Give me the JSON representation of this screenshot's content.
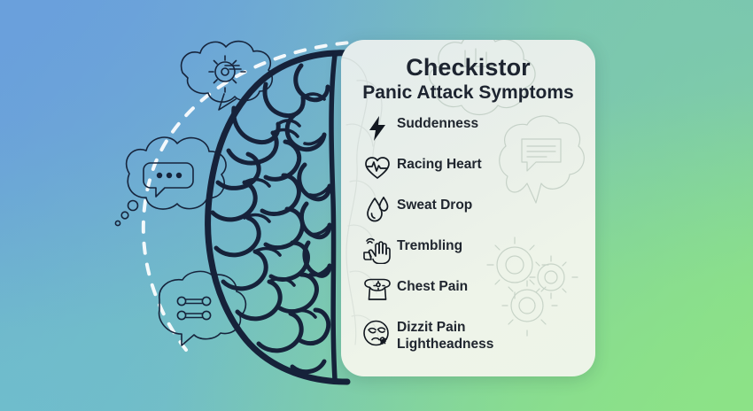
{
  "card": {
    "title": "Checkistor",
    "subtitle": "Panic Attack Symptoms",
    "items": [
      {
        "label": "Suddenness",
        "icon": "lightning-bolt-icon",
        "rule": true
      },
      {
        "label": "Racing Heart",
        "icon": "heart-pulse-icon",
        "rule": true
      },
      {
        "label": "Sweat Drop",
        "icon": "water-drop-icon",
        "rule": true
      },
      {
        "label": "Trembling",
        "icon": "trembling-hands-icon",
        "rule": true
      },
      {
        "label": "Chest Pain",
        "icon": "chest-torso-icon",
        "rule": true
      },
      {
        "label": "Dizzit Pain\nLightheadness",
        "icon": "dizzy-face-icon",
        "rule": false
      }
    ],
    "watermarks": [
      "thought-cloud-watermark",
      "speech-bubble-message-watermark",
      "gears-watermark"
    ]
  },
  "decorations": {
    "brain": "brain-illustration",
    "bubbles": [
      {
        "name": "thought-bubble-gear",
        "icon": "gear-icon"
      },
      {
        "name": "thought-bubble-ellipsis",
        "icon": "speech-dots-icon"
      },
      {
        "name": "speech-bubble-network",
        "icon": "network-nodes-icon"
      }
    ],
    "dashed_path": "dashed-curve-connector"
  },
  "colors": {
    "bg_top_left": "#6A9FDB",
    "bg_top_right": "#7BC7AF",
    "bg_bottom_left": "#6FBDCC",
    "bg_bottom_right": "#8CE287",
    "card_bg": "#EAF1E9",
    "ink": "#1d2430",
    "line_art": "#17233a",
    "rule": "#434b53",
    "dashed": "#ffffff"
  }
}
